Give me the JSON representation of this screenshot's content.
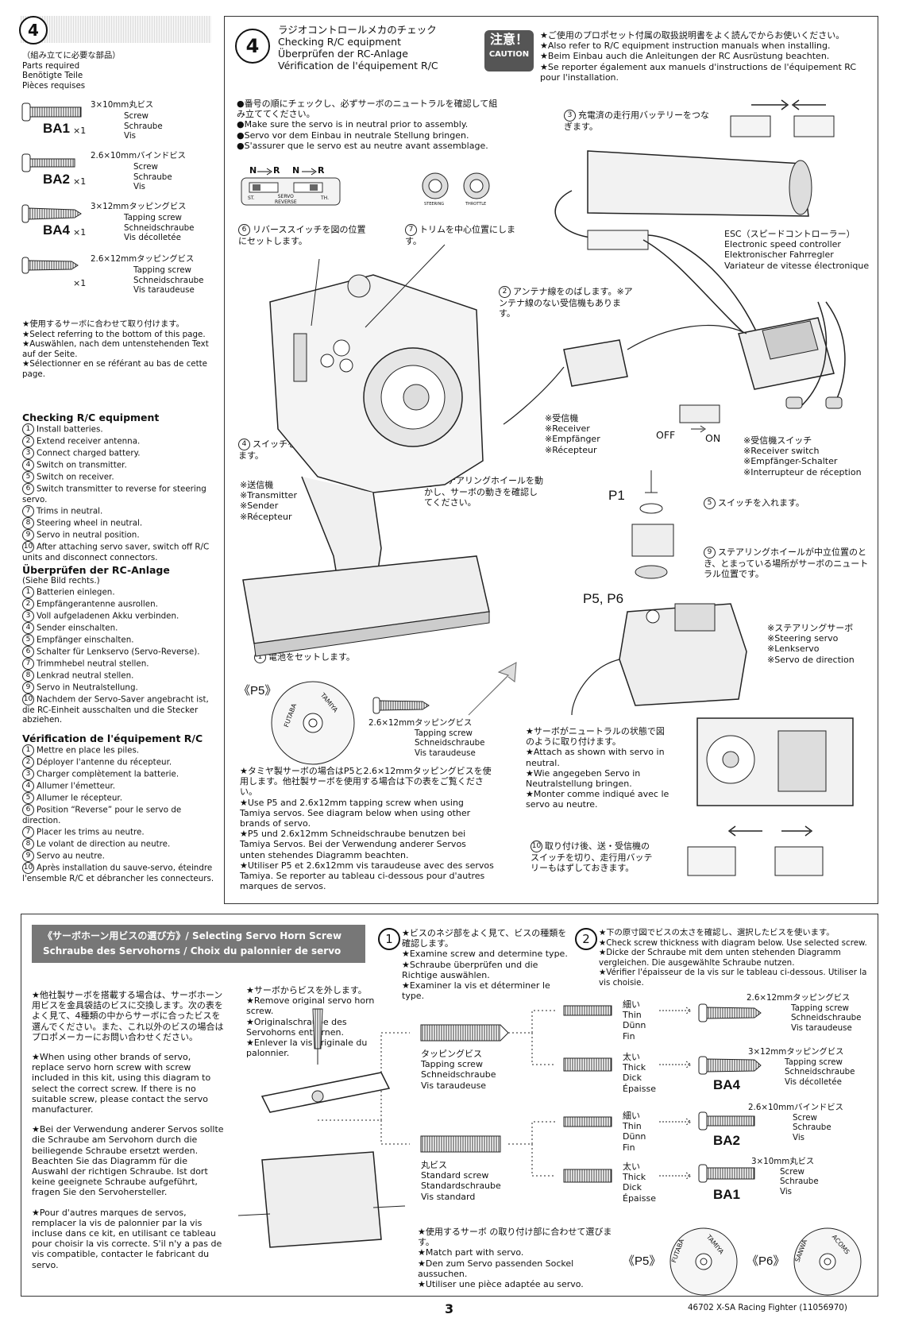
{
  "step": {
    "number": "4",
    "parts_heading_jp": "（組み立てに必要な部品）",
    "parts_heading": [
      "Parts required",
      "Benötigte Teile",
      "Pièces requises"
    ],
    "parts": [
      {
        "size_jp": "3×10mm丸ビス",
        "names": [
          "Screw",
          "Schraube",
          "Vis"
        ],
        "code": "BA1",
        "qty": "×1"
      },
      {
        "size_jp": "2.6×10mmバインドビス",
        "names": [
          "Screw",
          "Schraube",
          "Vis"
        ],
        "code": "BA2",
        "qty": "×1"
      },
      {
        "size_jp": "3×12mmタッピングビス",
        "names": [
          "Tapping screw",
          "Schneidschraube",
          "Vis décolletée"
        ],
        "code": "BA4",
        "qty": "×1"
      },
      {
        "size_jp": "2.6×12mmタッピングビス",
        "names": [
          "Tapping screw",
          "Schneidschraube",
          "Vis taraudeuse"
        ],
        "code": "",
        "qty": "×1"
      }
    ],
    "select_note": [
      "★使用するサーボに合わせて取り付けます。",
      "★Select referring to the bottom of this page.",
      "★Auswählen, nach dem untenstehenden Text auf der Seite.",
      "★Sélectionner en se référant au bas de cette page."
    ]
  },
  "checklists": [
    {
      "title": "Checking R/C equipment",
      "subtitle": "",
      "items": [
        "Install batteries.",
        "Extend receiver antenna.",
        "Connect charged battery.",
        "Switch on transmitter.",
        "Switch on receiver.",
        "Switch transmitter to reverse for steering servo.",
        "Trims in neutral.",
        "Steering wheel in neutral.",
        "Servo in neutral position.",
        "After attaching servo saver, switch off R/C units and disconnect connectors."
      ]
    },
    {
      "title": "Überprüfen der RC-Anlage",
      "subtitle": "(Siehe Bild rechts.)",
      "items": [
        "Batterien einlegen.",
        "Empfängerantenne ausrollen.",
        "Voll aufgeladenen Akku verbinden.",
        "Sender einschalten.",
        "Empfänger einschalten.",
        "Schalter für Lenkservo (Servo-Reverse).",
        "Trimmhebel neutral stellen.",
        "Lenkrad neutral stellen.",
        "Servo in Neutralstellung.",
        "Nachdem der Servo-Saver angebracht ist, die RC-Einheit ausschalten und die Stecker abziehen."
      ]
    },
    {
      "title": "Vérification de l'équipement R/C",
      "subtitle": "",
      "items": [
        "Mettre en place les piles.",
        "Déployer l'antenne du récepteur.",
        "Charger complètement la batterie.",
        "Allumer l'émetteur.",
        "Allumer le récepteur.",
        "Position “Reverse” pour le servo de direction.",
        "Placer les trims au neutre.",
        "Le volant de direction au neutre.",
        "Servo au neutre.",
        "Après installation du sauve-servo, éteindre l'ensemble R/C et débrancher les connecteurs."
      ]
    }
  ],
  "main": {
    "number": "4",
    "title_jp": "ラジオコントロールメカのチェック",
    "titles": [
      "Checking R/C equipment",
      "Überprüfen der RC-Anlage",
      "Vérification de l'équipement R/C"
    ],
    "caution_jp": "注意！",
    "caution": "CAUTION",
    "caution_text": [
      "★ご使用のプロポセット付属の取扱説明書をよく読んでからお使いください。",
      "★Also refer to R/C equipment instruction manuals when installing.",
      "★Beim Einbau auch die Anleitungen der RC Ausrüstung beachten.",
      "★Se reporter également aux manuels d'instructions de l'équipement RC pour l'installation."
    ],
    "neutral_note": [
      "●番号の順にチェックし、必ずサーボのニュートラルを確認して組み立ててください。",
      "●Make sure the servo is in neutral prior to assembly.",
      "●Servo vor dem Einbau in neutrale Stellung bringen.",
      "●S'assurer que le servo est au neutre avant assemblage."
    ],
    "switch_labels": {
      "n1": "N",
      "r1": "R",
      "n2": "N",
      "r2": "R",
      "st": "ST.",
      "servo": "SERVO",
      "reverse": "REVERSE",
      "th": "TH."
    },
    "trim_labels": [
      "STEERING",
      "THROTTLE"
    ],
    "callouts": {
      "c1": "電池をセットします。",
      "c2": "アンテナ線をのばします。※アンテナ線のない受信機もあります。",
      "c3": "充電済の走行用バッテリーをつなぎます。",
      "c4": "スイッチを入れます。",
      "c5": "スイッチを入れます。",
      "c6": "リバーススイッチを図の位置にセットします。",
      "c7": "トリムを中心位置にします。",
      "c8": "ステアリングホイールを動かし、サーボの動きを確認してください。",
      "c9": "ステアリングホイールが中立位置のとき、とまっている場所がサーボのニュートラル位置です。",
      "c10": "取り付け後、送・受信機のスイッチを切り、走行用バッテリーもはずしておきます。"
    },
    "esc": [
      "ESC（スピードコントローラー）",
      "Electronic speed controller",
      "Elektronischer Fahrregler",
      "Variateur de vitesse électronique"
    ],
    "receiver": [
      "※受信機",
      "※Receiver",
      "※Empfänger",
      "※Récepteur"
    ],
    "transmitter": [
      "※送信機",
      "※Transmitter",
      "※Sender",
      "※Récepteur"
    ],
    "receiver_switch": [
      "※受信機スイッチ",
      "※Receiver switch",
      "※Empfänger-Schalter",
      "※Interrupteur de réception"
    ],
    "steering_servo": [
      "※ステアリングサーボ",
      "※Steering servo",
      "※Lenkservo",
      "※Servo de direction"
    ],
    "off": "OFF",
    "on": "ON",
    "p1": "P1",
    "p5p6": "P5, P6",
    "p5_label": "《P5》",
    "p5_screw_jp": "2.6×12mmタッピングビス",
    "p5_screw": [
      "Tapping screw",
      "Schneidschraube",
      "Vis taraudeuse"
    ],
    "tamiya_note": [
      "★タミヤ製サーボの場合はP5と2.6×12mmタッピングビスを使用します。他社製サーボを使用する場合は下の表をご覧ください。",
      "★Use P5 and 2.6x12mm tapping screw when using Tamiya servos. See diagram below when using other brands of servo.",
      "★P5 und 2.6x12mm Schneidschraube benutzen bei Tamiya Servos. Bei der Verwendung anderer Servos unten stehendes Diagramm beachten.",
      "★Utiliser P5 et 2.6x12mm vis taraudeuse avec des servos Tamiya. Se reporter au tableau ci-dessous pour d'autres marques de servos."
    ],
    "servo_neutral_note": [
      "★サーボがニュートラルの状態で図のように取り付けます。",
      "★Attach as shown with servo in neutral.",
      "★Wie angegeben Servo in Neutralstellung bringen.",
      "★Monter comme indiqué avec le servo au neutre."
    ],
    "brands_small": [
      "FUTABA",
      "TAMIYA"
    ]
  },
  "bottom": {
    "header": [
      "《サーボホーン用ビスの選び方》/ Selecting Servo Horn Screw",
      "Schraube des Servohorns / Choix du palonnier de servo"
    ],
    "other_brands": [
      "★他社製サーボを搭載する場合は、サーボホーン用ビスを金具袋詰のビスに交換します。次の表をよく見て、4種類の中からサーボに合ったビスを選んでください。また、これ以外のビスの場合はプロポメーカーにお問い合わせください。",
      "★When using other brands of servo, replace servo horn screw with screw included in this kit, using this diagram to select the correct screw. If there is no suitable screw, please contact the servo manufacturer.",
      "★Bei der Verwendung anderer Servos sollte die Schraube am Servohorn durch die beiliegende Schraube ersetzt werden. Beachten Sie das Diagramm für die Auswahl der richtigen Schraube. Ist dort keine geeignete Schraube aufgeführt, fragen Sie den Servohersteller.",
      "★Pour d'autres marques de servos, remplacer la vis de palonnier par la vis incluse dans ce kit, en utilisant ce tableau pour choisir la vis correcte. S'il n'y a pas de vis compatible, contacter le fabricant du servo."
    ],
    "remove": [
      "★サーボからビスを外します。",
      "★Remove original servo horn screw.",
      "★Originalschraube des Servohorns entfernen.",
      "★Enlever la vis originale du palonnier."
    ],
    "step1": {
      "number": "1",
      "text": [
        "★ビスのネジ部をよく見て、ビスの種類を確認します。",
        "★Examine screw and determine type.",
        "★Schraube überprüfen und die Richtige auswählen.",
        "★Examiner la vis et déterminer le type."
      ]
    },
    "step2": {
      "number": "2",
      "text": [
        "★下の原寸図でビスの太さを確認し、選択したビスを使います。",
        "★Check screw thickness with diagram below. Use selected screw.",
        "★Dicke der Schraube mit dem unten stehenden Diagramm vergleichen. Die ausgewählte Schraube nutzen.",
        "★Vérifier l'épaisseur de la vis sur le tableau ci-dessous. Utiliser la vis choisie."
      ]
    },
    "tapping_type": [
      "タッピングビス",
      "Tapping screw",
      "Schneidschraube",
      "Vis taraudeuse"
    ],
    "standard_type": [
      "丸ビス",
      "Standard screw",
      "Standardschraube",
      "Vis standard"
    ],
    "thin": [
      "細い",
      "Thin",
      "Dünn",
      "Fin"
    ],
    "thick": [
      "太い",
      "Thick",
      "Dick",
      "Épaisse"
    ],
    "results": [
      {
        "size_jp": "2.6×12mmタッピングビス",
        "names": [
          "Tapping screw",
          "Schneidschraube",
          "Vis taraudeuse"
        ],
        "code": ""
      },
      {
        "size_jp": "3×12mmタッピングビス",
        "names": [
          "Tapping screw",
          "Schneidschraube",
          "Vis décolletée"
        ],
        "code": "BA4"
      },
      {
        "size_jp": "2.6×10mmバインドビス",
        "names": [
          "Screw",
          "Schraube",
          "Vis"
        ],
        "code": "BA2"
      },
      {
        "size_jp": "3×10mm丸ビス",
        "names": [
          "Screw",
          "Schraube",
          "Vis"
        ],
        "code": "BA1"
      }
    ],
    "match_note": [
      "★使用するサーボ の取り付け部に合わせて選びます。",
      "★Match part with servo.",
      "★Den zum Servo passenden Sockel aussuchen.",
      "★Utiliser une pièce adaptée au servo."
    ],
    "p5": "《P5》",
    "p6": "《P6》",
    "p5_brands": [
      "FUTABA",
      "TAMIYA"
    ],
    "p6_brands": [
      "SANWA",
      "ACOMS"
    ]
  },
  "footer": {
    "page": "3",
    "model": "46702 X-SA Racing Fighter (11056970)"
  }
}
